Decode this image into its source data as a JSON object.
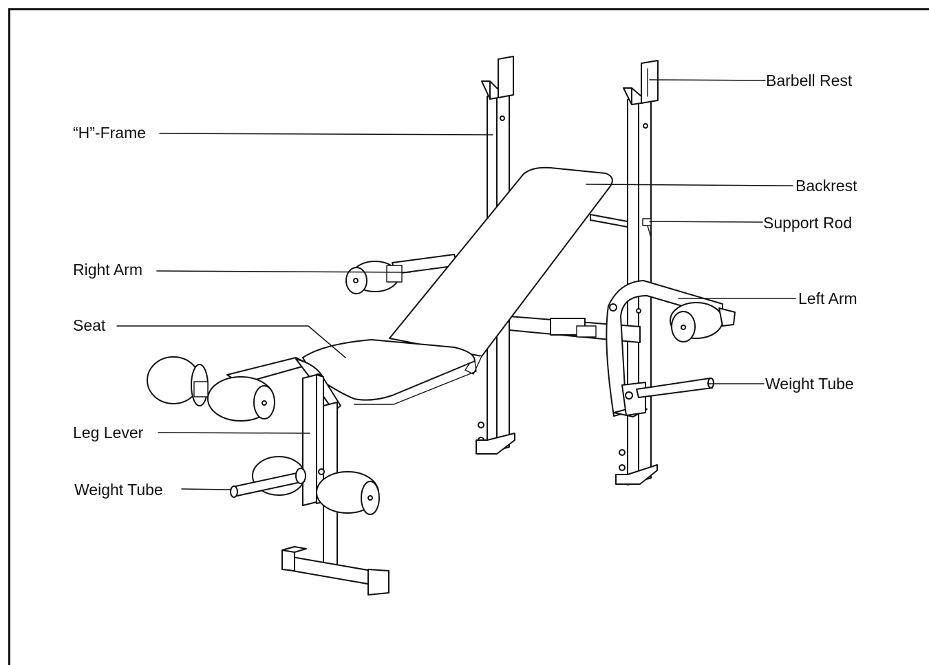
{
  "labels": {
    "h_frame": "“H”-Frame",
    "right_arm": "Right Arm",
    "seat": "Seat",
    "leg_lever": "Leg Lever",
    "weight_tube_left": "Weight Tube",
    "barbell_rest": "Barbell Rest",
    "backrest": "Backrest",
    "support_rod": "Support Rod",
    "left_arm": "Left Arm",
    "weight_tube_right": "Weight Tube"
  },
  "colors": {
    "ink": "#111111",
    "paper": "#ffffff"
  }
}
